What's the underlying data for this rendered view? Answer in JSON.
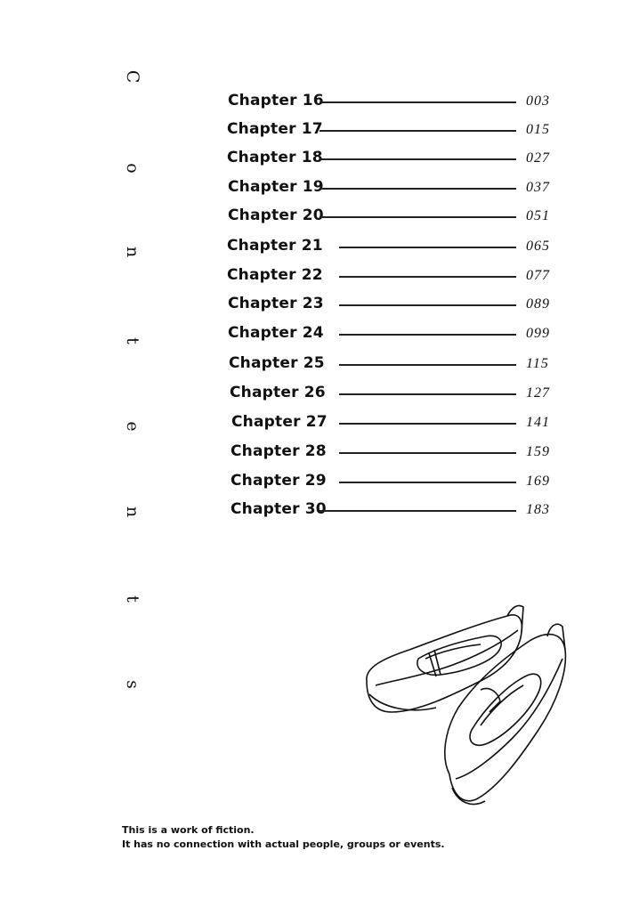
{
  "side_title": [
    "C",
    "o",
    "n",
    "t",
    "e",
    "n",
    "t",
    "s"
  ],
  "chapters": [
    {
      "label": "Chapter 16",
      "page": "003"
    },
    {
      "label": "Chapter 17",
      "page": "015"
    },
    {
      "label": "Chapter 18",
      "page": "027"
    },
    {
      "label": "Chapter 19",
      "page": "037"
    },
    {
      "label": "Chapter 20",
      "page": "051"
    },
    {
      "label": "Chapter 21",
      "page": "065"
    },
    {
      "label": "Chapter 22",
      "page": "077"
    },
    {
      "label": "Chapter 23",
      "page": "089"
    },
    {
      "label": "Chapter 24",
      "page": "099"
    },
    {
      "label": "Chapter 25",
      "page": "115"
    },
    {
      "label": "Chapter 26",
      "page": "127"
    },
    {
      "label": "Chapter 27",
      "page": "141"
    },
    {
      "label": "Chapter 28",
      "page": "159"
    },
    {
      "label": "Chapter 29",
      "page": "169"
    },
    {
      "label": "Chapter 30",
      "page": "183"
    }
  ],
  "footer": {
    "line1": "This is a work of fiction.",
    "line2": "It has no connection with actual people, groups or events."
  }
}
